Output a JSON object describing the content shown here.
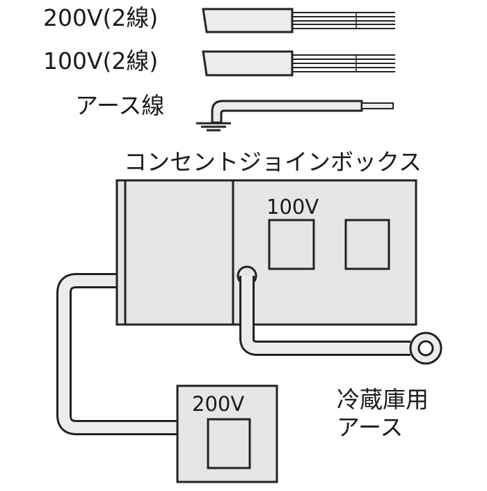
{
  "legend": {
    "wire_200v": "200V(2線)",
    "wire_100v": "100V(2線)",
    "earth_wire": "アース線"
  },
  "junction_box": {
    "title": "コンセントジョインボックス",
    "outlet_100v_label": "100V"
  },
  "outlet_200v": {
    "label": "200V"
  },
  "fridge_earth": {
    "line1": "冷蔵庫用",
    "line2": "アース"
  },
  "colors": {
    "line": "#222222",
    "box_fill": "#e6e6e6",
    "cable_fill": "#ececec",
    "background": "#ffffff"
  }
}
